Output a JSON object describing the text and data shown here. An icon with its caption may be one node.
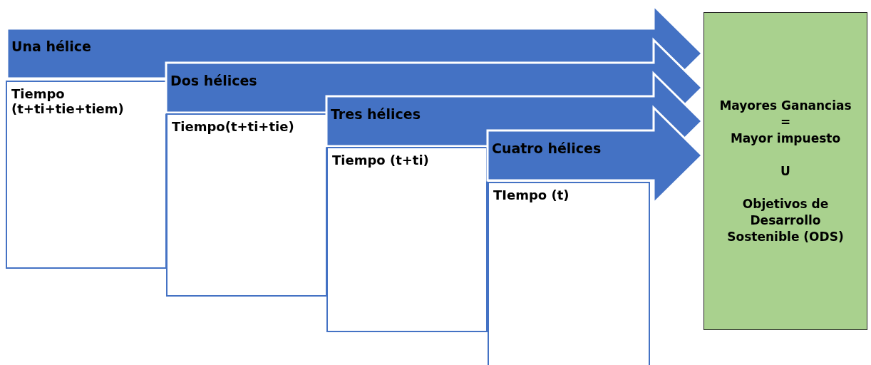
{
  "diagram": {
    "nodes": [
      {
        "text": [
          "Una hélice"
        ]
      },
      {
        "text": [
          "Tiempo (t+ti+tie+tiem)"
        ]
      },
      {
        "text": [
          "Dos hélices"
        ]
      },
      {
        "text": [
          "Tiempo(t+ti+tie)"
        ]
      },
      {
        "text": [
          "Tres hélices"
        ]
      },
      {
        "text": [
          "Tiempo (t+ti)"
        ]
      },
      {
        "text": [
          "Cuatro hélices"
        ]
      },
      {
        "text": [
          "TIempo (t)"
        ]
      },
      {
        "text": [
          "Mayores Ganancias",
          "=",
          "Mayor impuesto",
          "U",
          "Objetivos de Desarrollo Sostenible (ODS)"
        ]
      }
    ]
  }
}
